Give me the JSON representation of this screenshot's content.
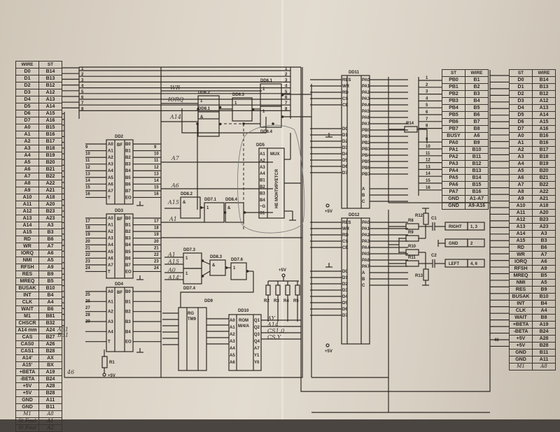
{
  "left_table": {
    "headers": [
      "WIRE",
      "ST"
    ],
    "rows": [
      [
        "D0",
        "B14"
      ],
      [
        "D1",
        "B13"
      ],
      [
        "D2",
        "B12"
      ],
      [
        "D3",
        "A12"
      ],
      [
        "D4",
        "A13"
      ],
      [
        "D5",
        "A14"
      ],
      [
        "D6",
        "A15"
      ],
      [
        "D7",
        "A16"
      ],
      [
        "A0",
        "B15"
      ],
      [
        "A1",
        "B16"
      ],
      [
        "A2",
        "B17"
      ],
      [
        "A3",
        "B18"
      ],
      [
        "A4",
        "B19"
      ],
      [
        "A5",
        "B20"
      ],
      [
        "A6",
        "B21"
      ],
      [
        "A7",
        "B22"
      ],
      [
        "A8",
        "A22"
      ],
      [
        "A9",
        "A21"
      ],
      [
        "A10",
        "A18"
      ],
      [
        "A11",
        "A20"
      ],
      [
        "A12",
        "B23"
      ],
      [
        "A13",
        "A23"
      ],
      [
        "A14",
        "A3"
      ],
      [
        "A15",
        "B3"
      ],
      [
        "RD",
        "B6"
      ],
      [
        "WR",
        "A7"
      ],
      [
        "IORQ",
        "A6"
      ],
      [
        "NMI",
        "A5"
      ],
      [
        "RFSH",
        "A9"
      ],
      [
        "RES",
        "B9"
      ],
      [
        "MREQ",
        "B5"
      ],
      [
        "BUSAK",
        "B10"
      ],
      [
        "INT",
        "B4"
      ],
      [
        "CLK",
        "A4"
      ],
      [
        "WAIT",
        "B6"
      ],
      [
        "M1",
        "B81"
      ],
      [
        "CHSCR",
        "B32"
      ],
      [
        "A14 mm",
        "A24"
      ],
      [
        "CAS",
        "B27"
      ],
      [
        "CAS0",
        "A26"
      ],
      [
        "CAS1",
        "B28"
      ],
      [
        "A14'",
        "AX"
      ],
      [
        "A15'",
        "BX"
      ],
      [
        "+BETA",
        "A19"
      ],
      [
        "-BETA",
        "B24"
      ],
      [
        "+5V",
        "A28"
      ],
      [
        "+5V",
        "B28"
      ],
      [
        "GND",
        "A11"
      ],
      [
        "GND",
        "B11"
      ],
      [
        "M1",
        "A8"
      ],
      [
        "St Fout",
        "A1"
      ],
      [
        "St Fout",
        "A2"
      ]
    ],
    "side_notes": [
      "A31",
      "B31"
    ]
  },
  "right_table": {
    "headers": [
      "ST",
      "WIRE"
    ],
    "rows": [
      [
        "D0",
        "B14"
      ],
      [
        "D1",
        "B13"
      ],
      [
        "D2",
        "B12"
      ],
      [
        "D3",
        "A12"
      ],
      [
        "D4",
        "A13"
      ],
      [
        "D5",
        "A14"
      ],
      [
        "D6",
        "A15"
      ],
      [
        "D7",
        "A16"
      ],
      [
        "A0",
        "B16"
      ],
      [
        "A1",
        "B16"
      ],
      [
        "A2",
        "B17"
      ],
      [
        "A3",
        "B18"
      ],
      [
        "A4",
        "B19"
      ],
      [
        "A5",
        "B20"
      ],
      [
        "A6",
        "B21"
      ],
      [
        "A7",
        "B22"
      ],
      [
        "A8",
        "A22"
      ],
      [
        "A9",
        "A21"
      ],
      [
        "A10",
        "A18"
      ],
      [
        "A11",
        "A20"
      ],
      [
        "A12",
        "B23"
      ],
      [
        "A13",
        "A23"
      ],
      [
        "A14",
        "A3"
      ],
      [
        "A15",
        "B3"
      ],
      [
        "RD",
        "B6"
      ],
      [
        "WR",
        "A7"
      ],
      [
        "IORQ",
        "A6"
      ],
      [
        "RFSH",
        "A9"
      ],
      [
        "MREQ",
        "B5"
      ],
      [
        "NMI",
        "A5"
      ],
      [
        "RES",
        "B9"
      ],
      [
        "BUSAK",
        "B10"
      ],
      [
        "INT",
        "B4"
      ],
      [
        "CLK",
        "A4"
      ],
      [
        "WAIT",
        "B8"
      ],
      [
        "+BETA",
        "A19"
      ],
      [
        "-BETA",
        "B24"
      ],
      [
        "+5V",
        "A28"
      ],
      [
        "+5V",
        "B28"
      ],
      [
        "GND",
        "B11"
      ],
      [
        "GND",
        "A11"
      ],
      [
        "M1",
        "A8"
      ]
    ]
  },
  "port_table": {
    "headers": [
      "ST",
      "WIRE"
    ],
    "rows": [
      [
        "PB0",
        "B1"
      ],
      [
        "PB1",
        "B2"
      ],
      [
        "PB2",
        "B3"
      ],
      [
        "PB3",
        "B4"
      ],
      [
        "PB4",
        "B5"
      ],
      [
        "PB5",
        "B6"
      ],
      [
        "PB6",
        "B7"
      ],
      [
        "PB7",
        "B8"
      ],
      [
        "BUSY",
        "A6"
      ],
      [
        "PA0",
        "B9"
      ],
      [
        "PA1",
        "B10"
      ],
      [
        "PA2",
        "B11"
      ],
      [
        "PA3",
        "B12"
      ],
      [
        "PA4",
        "B13"
      ],
      [
        "PA5",
        "B14"
      ],
      [
        "PA6",
        "B15"
      ],
      [
        "PA7",
        "B16"
      ],
      [
        "GND",
        "A1-A7"
      ],
      [
        "GND",
        "A9-A16"
      ]
    ],
    "pin_numbers": [
      "1",
      "2",
      "3",
      "4",
      "5",
      "6",
      "7",
      "8",
      "",
      "9",
      "10",
      "11",
      "12",
      "13",
      "14",
      "15",
      "16"
    ]
  },
  "chips": {
    "dd2": {
      "ref": "DD2",
      "type": "BF",
      "left_pins": [
        "A0",
        "A1",
        "A2",
        "A3",
        "A4",
        "A5",
        "A6",
        "A7",
        "T"
      ],
      "right_pins": [
        "B0",
        "B1",
        "B2",
        "B3",
        "B4",
        "B5",
        "B6",
        "B7",
        "EO"
      ]
    },
    "dd3": {
      "ref": "DD3",
      "type": "BF",
      "left_pins": [
        "A0",
        "A1",
        "A2",
        "A3",
        "A4",
        "A5",
        "A6",
        "A7",
        "T"
      ],
      "right_pins": [
        "B0",
        "B1",
        "B2",
        "B3",
        "B4",
        "B5",
        "B6",
        "B7",
        "EO"
      ]
    },
    "dd4": {
      "ref": "DD4",
      "type": "BF",
      "left_pins": [
        "A0",
        "A1",
        "A2",
        "A3",
        "A4",
        "T"
      ],
      "right_pins": [
        "B0",
        "B1",
        "B2",
        "B3",
        "B4",
        "EO"
      ]
    },
    "dd5": {
      "ref": "DD5",
      "type": "MUX",
      "vertical_text": "НЕ МОНТИРУЕТСЯ",
      "left_pins": [
        "A1",
        "A2",
        "A3",
        "A4",
        "B1",
        "B2",
        "B3",
        "B4",
        "~G",
        "S1"
      ]
    },
    "dd9": {
      "ref": "DD9",
      "type": "RG",
      "subtype": "TM9"
    },
    "dd10": {
      "ref": "DD10",
      "type": "ROM",
      "subtype": "M/4/A",
      "left_pins": [
        "A0",
        "A1",
        "A2",
        "A3",
        "A4",
        "A5",
        "A6"
      ],
      "right_pins": [
        "Q1",
        "Q2",
        "Q3",
        "Q4",
        "A7",
        "Y1",
        "Y0"
      ]
    },
    "dd11": {
      "ref": "DD11",
      "left_pins": [
        "RES",
        "WR",
        "RD",
        "CS",
        "CE",
        "D0",
        "D1",
        "D2",
        "D3",
        "D4",
        "D5",
        "D6",
        "D7"
      ],
      "right_pins": [
        "PA0",
        "PA1",
        "PA2",
        "PA3",
        "PA4",
        "PA5",
        "PA6",
        "PA7",
        "PB0",
        "PB1",
        "PB2",
        "PB3",
        "PB4",
        "PB5",
        "PB6",
        "PB7",
        "A",
        "B",
        "C"
      ]
    },
    "dd12": {
      "ref": "DD12",
      "left_pins": [
        "RES",
        "WR",
        "RD",
        "CS",
        "CE",
        "D0",
        "D1",
        "D2",
        "D3",
        "D4",
        "D5",
        "D6",
        "D7"
      ],
      "right_pins": [
        "PA0",
        "PA1",
        "PA2",
        "PA3",
        "PA4",
        "PA5",
        "PA6",
        "PA7",
        "A",
        "B",
        "C"
      ]
    }
  },
  "gates": {
    "dd6_1": "DD6.1",
    "dd6_2": "DD6.2",
    "dd6_3": "DD6.3",
    "dd6_4": "DD6.4",
    "dd8_1": "DD8.1",
    "dd8_2": "DD8.2",
    "dd8_3": "DD8.3",
    "dd8_4": "DD8.4",
    "dd7_1": "DD7.1",
    "dd7_3": "DD7.3",
    "dd7_4": "DD7.4",
    "dd7_6": "DD7.6",
    "gate_symbol_or": "1",
    "gate_symbol_and": "&"
  },
  "signals": {
    "wr": "WR",
    "iorq": "IORQ",
    "a14": "A14",
    "a7": "A7",
    "a6": "A6",
    "a15": "A15",
    "a1": "A1",
    "a1_low": "A1",
    "a15_low": "A15",
    "a0": "A0",
    "a14_low": "A14'",
    "dd10_out": [
      "AY",
      "A14",
      "CS1,0",
      "CS,Y"
    ]
  },
  "audio": {
    "resistors": [
      "R8",
      "R9",
      "R10",
      "R11",
      "R12",
      "R13"
    ],
    "capacitors": [
      "C1",
      "C2"
    ],
    "outputs": [
      {
        "label": "RIGHT",
        "pins": "1, 3"
      },
      {
        "label": "GND",
        "pins": "2"
      },
      {
        "label": "LEFT",
        "pins": "4, 6"
      }
    ]
  },
  "misc": {
    "r14": "R14",
    "r1": "R1",
    "pullups": [
      "R2",
      "R3",
      "R4",
      "R5"
    ],
    "vcc": "+5V",
    "page_note": "46"
  }
}
